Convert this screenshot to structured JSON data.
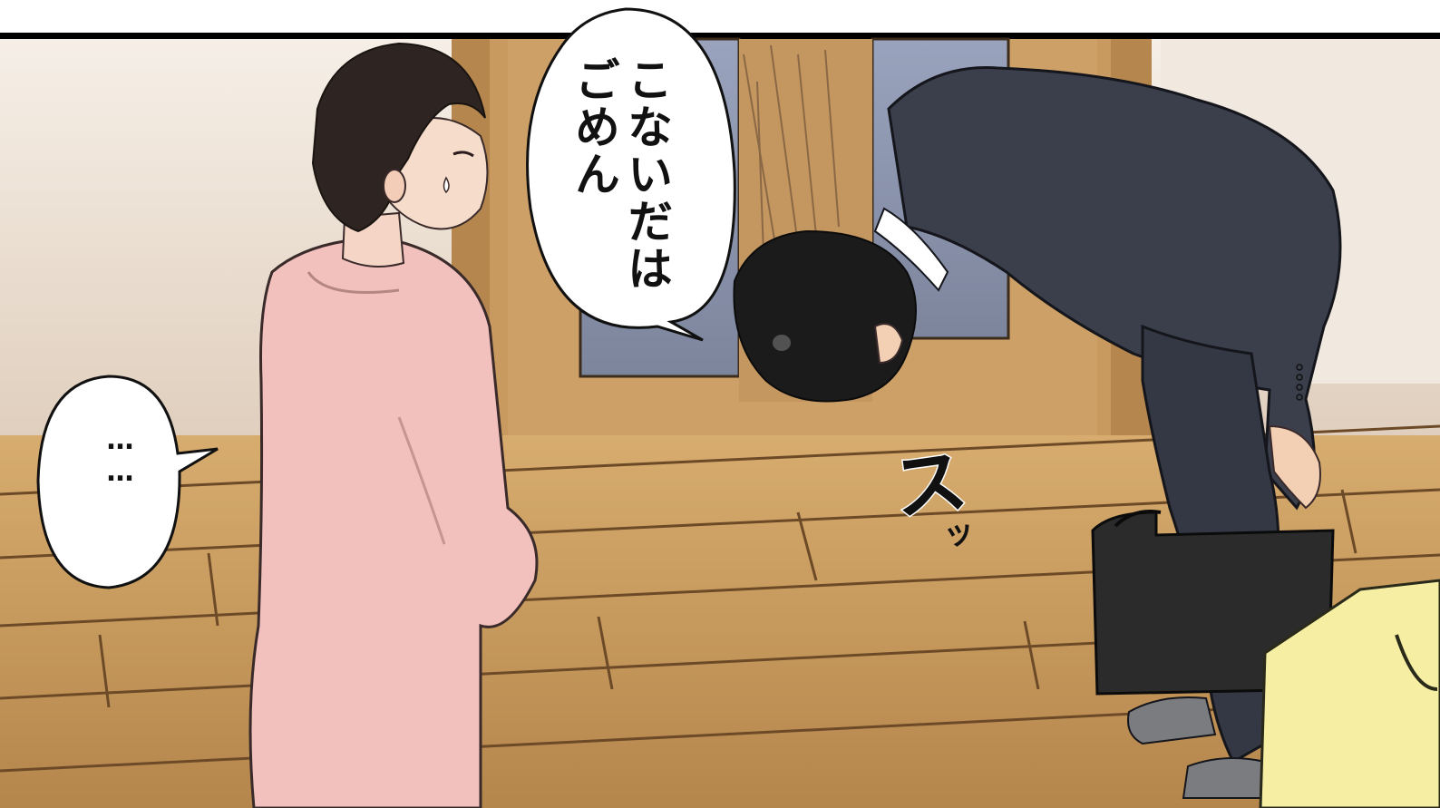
{
  "panel": {
    "speech_bubble_text": "こないだはごめん",
    "ellipsis_bubble_text": "……",
    "sound_effect_main": "ス",
    "sound_effect_small": "ッ"
  },
  "colors": {
    "wall": "#efe6dc",
    "floor": "#c99b5c",
    "door": "#c8995e",
    "window_glass": "#8c95ad",
    "sweater": "#f2c1bd",
    "suit": "#3b3f4c",
    "hair": "#1b1b1b",
    "briefcase": "#2b2b2b",
    "shopping_bag": "#f6eea3"
  }
}
